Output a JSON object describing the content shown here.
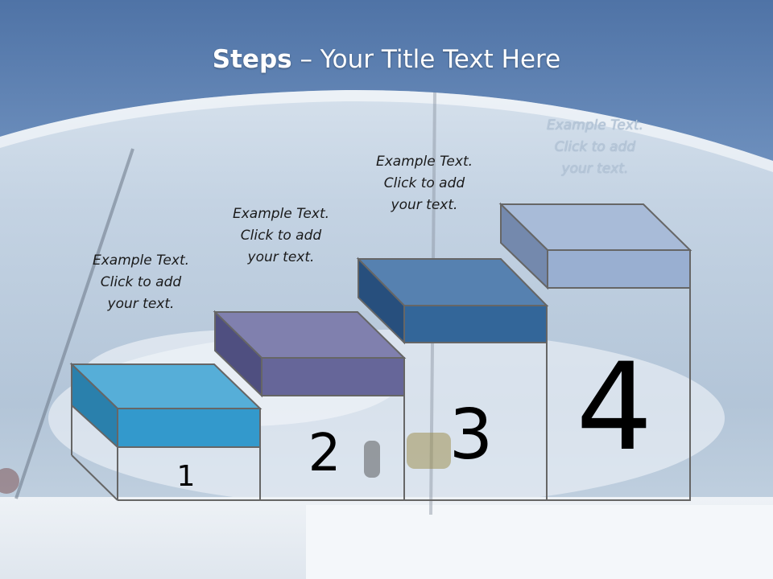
{
  "slide": {
    "title_bold": "Steps",
    "title_rest": " – Your Title Text Here"
  },
  "steps": [
    {
      "number": "1",
      "text_line1": "Example Text.",
      "text_line2": "Click  to add",
      "text_line3": "your text.",
      "color": "#3399cc"
    },
    {
      "number": "2",
      "text_line1": "Example Text.",
      "text_line2": "Click  to add",
      "text_line3": "your text.",
      "color": "#666699"
    },
    {
      "number": "3",
      "text_line1": "Example Text.",
      "text_line2": "Click  to add",
      "text_line3": "your text.",
      "color": "#336699"
    },
    {
      "number": "4",
      "text_line1": "Example Text.",
      "text_line2": "Click  to add",
      "text_line3": "your text.",
      "color": "#99afd1"
    }
  ]
}
